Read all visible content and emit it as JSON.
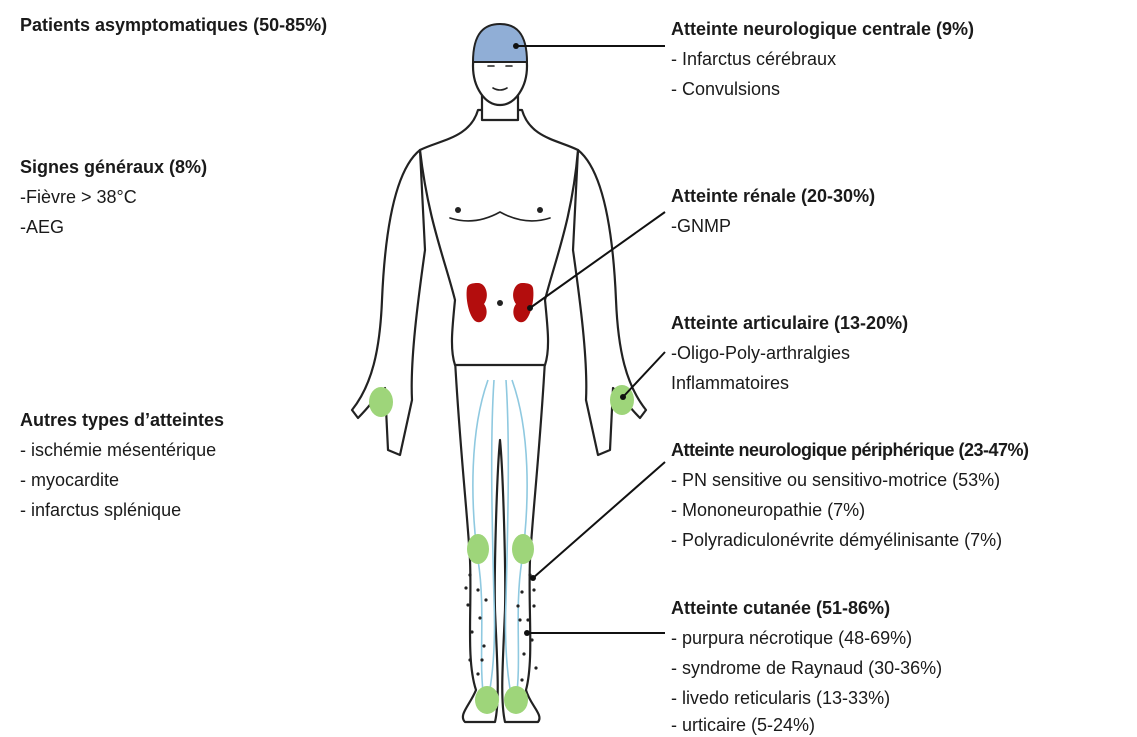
{
  "colors": {
    "head": "#90aed6",
    "kidney": "#b30d0d",
    "joint": "#9ed57a",
    "vessel": "#8fc9e0",
    "text": "#1a1a1a"
  },
  "sections": {
    "asymptomatic": {
      "title": "Patients asymptomatiques (50-85%)",
      "items": []
    },
    "general": {
      "title": "Signes généraux (8%)",
      "items": [
        "-Fièvre > 38°C",
        "-AEG"
      ]
    },
    "other": {
      "title": "Autres types d’atteintes",
      "items": [
        "- ischémie mésentérique",
        "- myocardite",
        "- infarctus splénique"
      ]
    },
    "central": {
      "title": "Atteinte neurologique centrale (9%)",
      "items": [
        "- Infarctus cérébraux",
        "- Convulsions"
      ]
    },
    "renal": {
      "title": "Atteinte rénale (20-30%)",
      "items": [
        "-GNMP"
      ]
    },
    "articular": {
      "title": "Atteinte articulaire (13-20%)",
      "items": [
        "-Oligo-Poly-arthralgies",
        "Inflammatoires"
      ]
    },
    "peripheral": {
      "title": "Atteinte neurologique périphérique (23-47%)",
      "items": [
        "- PN sensitive ou sensitivo-motrice (53%)",
        "- Mononeuropathie (7%)",
        "- Polyradiculonévrite démyélinisante (7%)"
      ]
    },
    "cutaneous": {
      "title": "Atteinte cutanée (51-86%)",
      "items": [
        "- purpura nécrotique (48-69%)",
        "- syndrome de Raynaud (30-36%)",
        "- livedo reticularis (13-33%)",
        "- urticaire (5-24%)"
      ]
    }
  }
}
